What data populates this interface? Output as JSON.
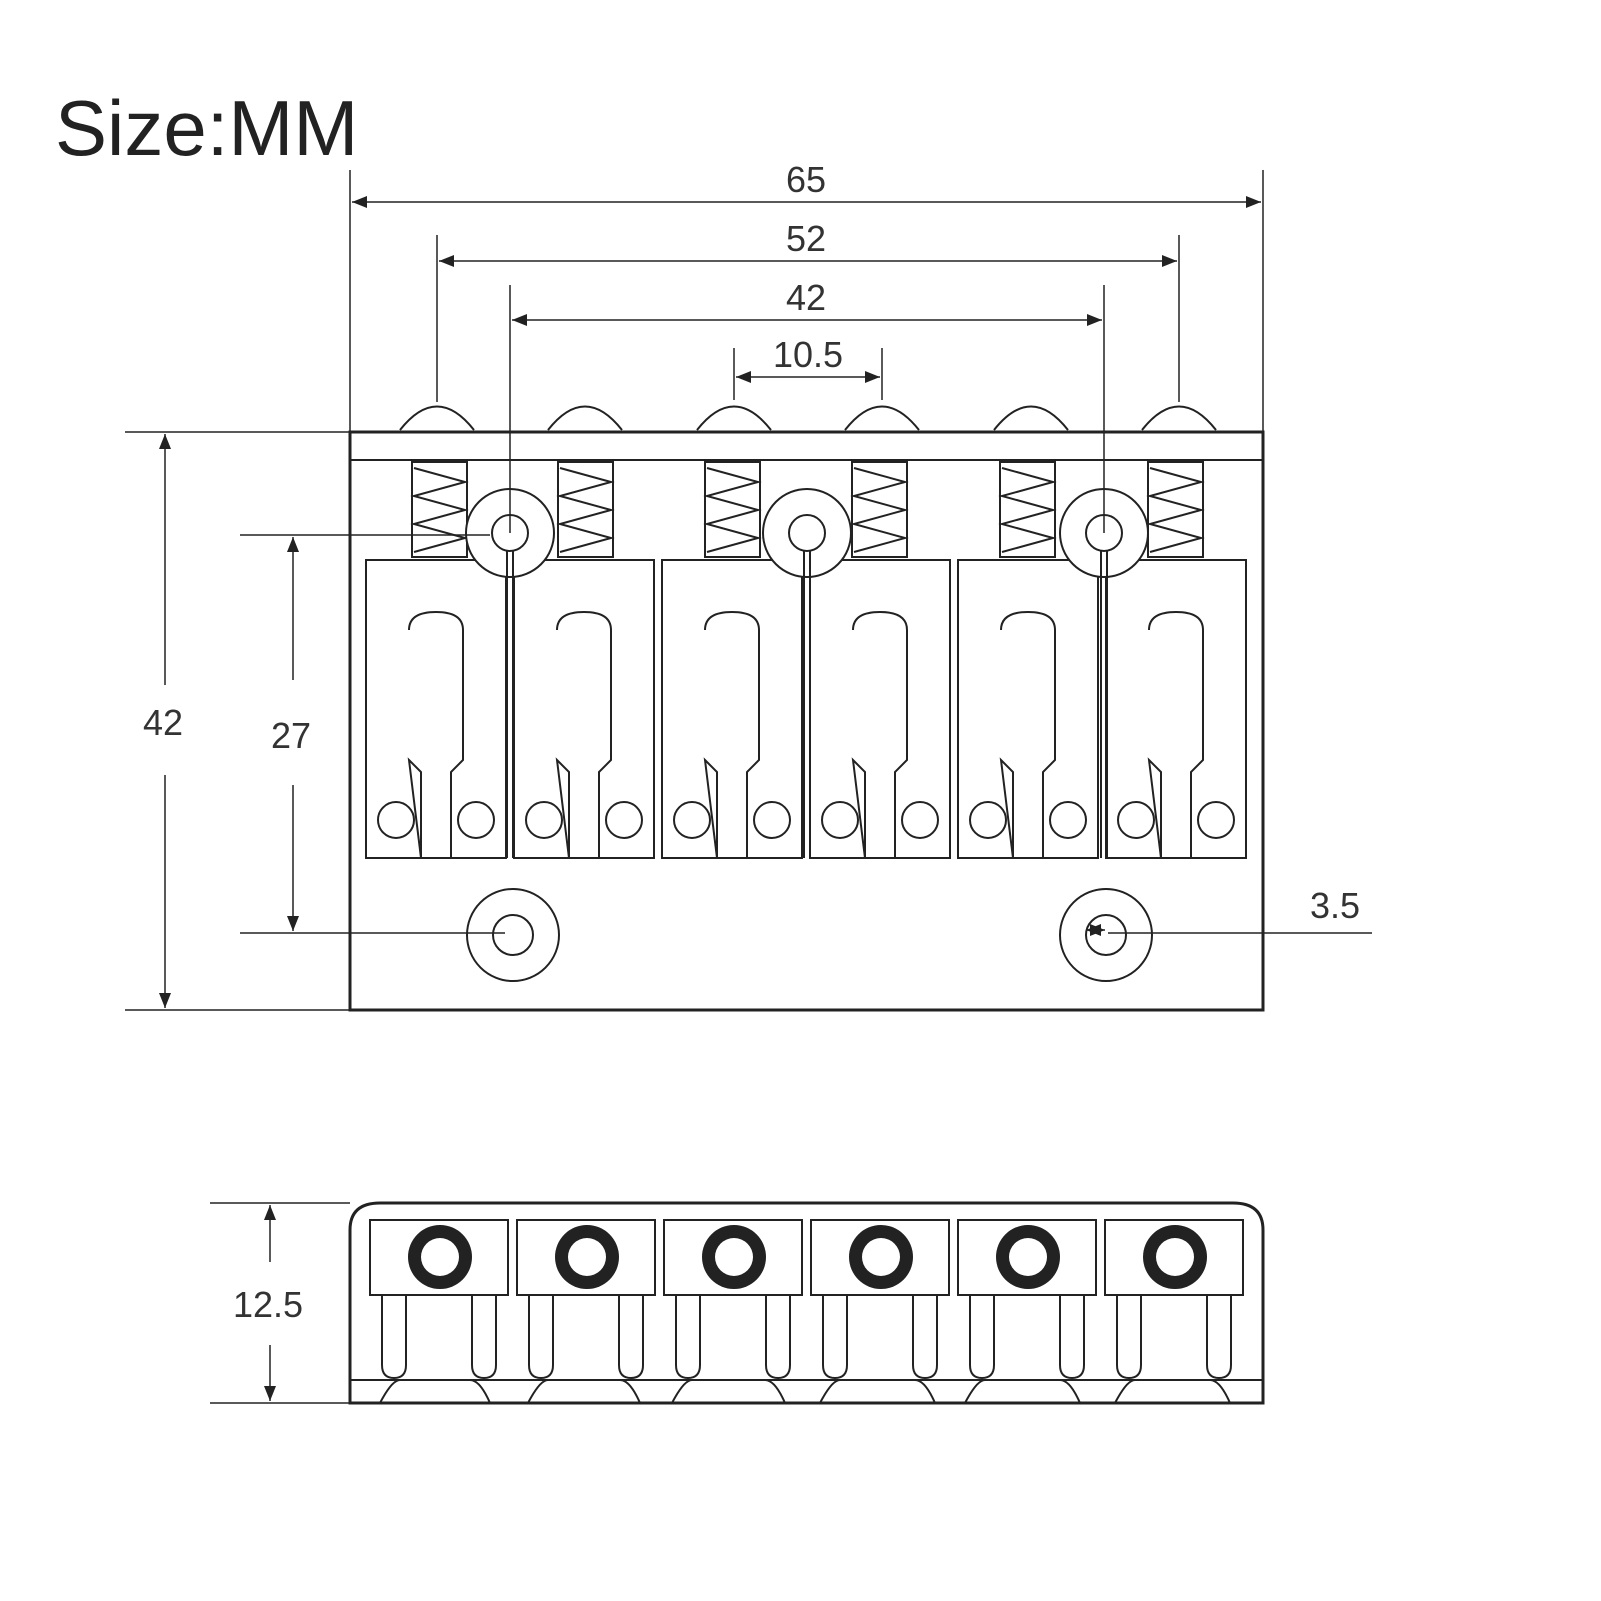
{
  "title": "Size:MM",
  "dimensions": {
    "overall_width": "65",
    "outer_saddle_span": "52",
    "mount_hole_span": "42",
    "string_spacing": "10.5",
    "body_depth": "42",
    "hole_to_hole_depth": "27",
    "hole_diameter": "3.5",
    "side_height": "12.5"
  },
  "saddle_count": 6,
  "colors": {
    "line": "#222222",
    "background": "#ffffff"
  }
}
